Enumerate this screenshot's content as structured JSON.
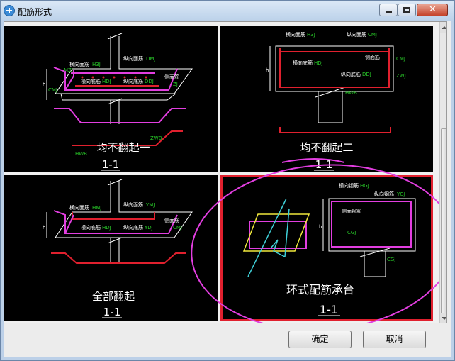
{
  "window": {
    "title": "配筋形式",
    "controls": {
      "minimize": "minimize",
      "maximize": "maximize",
      "close": "✕"
    }
  },
  "options": [
    {
      "title": "均不翻起一",
      "section": "1-1",
      "labels": {
        "a": "横向面筋",
        "a_tag": "H3J",
        "b": "纵向面筋",
        "b_tag": "DMJ",
        "c": "横向底筋",
        "c_tag": "HDJ",
        "d": "纵向底筋",
        "d_tag": "DDJ",
        "e": "侧面筋",
        "f": "ZJ",
        "g": "CMJ",
        "h": "HWB",
        "i": "ZWB",
        "j": "MZJ",
        "k": "h"
      }
    },
    {
      "title": "均不翻起二",
      "section": "1-1",
      "labels": {
        "a": "横向面筋",
        "a_tag": "H3J",
        "b": "纵向面筋",
        "b_tag": "CMJ",
        "c": "横向底筋",
        "c_tag": "HDJ",
        "d": "纵向底筋",
        "d_tag": "DDJ",
        "e": "侧面筋",
        "f": "CMJ",
        "g": "ZWJ",
        "h": "HWB",
        "k": "h"
      }
    },
    {
      "title": "全部翻起",
      "section": "1-1",
      "labels": {
        "a": "横向面筋",
        "a_tag": "HMJ",
        "b": "纵向面筋",
        "b_tag": "YMJ",
        "c": "横向底筋",
        "c_tag": "HDJ",
        "d": "纵向底筋",
        "d_tag": "YDJ",
        "e": "侧面筋",
        "f": "CMJ",
        "k": "h"
      }
    },
    {
      "title": "环式配筋承台",
      "section": "1-1",
      "labels": {
        "a": "横向钢筋",
        "a_tag": "HGJ",
        "b": "纵向钢筋",
        "b_tag": "YGJ",
        "e": "侧面钢筋",
        "f": "CGJ",
        "g": "CGJ",
        "k": "h"
      }
    }
  ],
  "buttons": {
    "ok": "确定",
    "cancel": "取消"
  },
  "colors": {
    "selected_border": "#e0202e",
    "annotation": "#e23ee0",
    "rebar_magenta": "#e23ee0",
    "rebar_red": "#e0202e",
    "label_green": "#28c828"
  }
}
